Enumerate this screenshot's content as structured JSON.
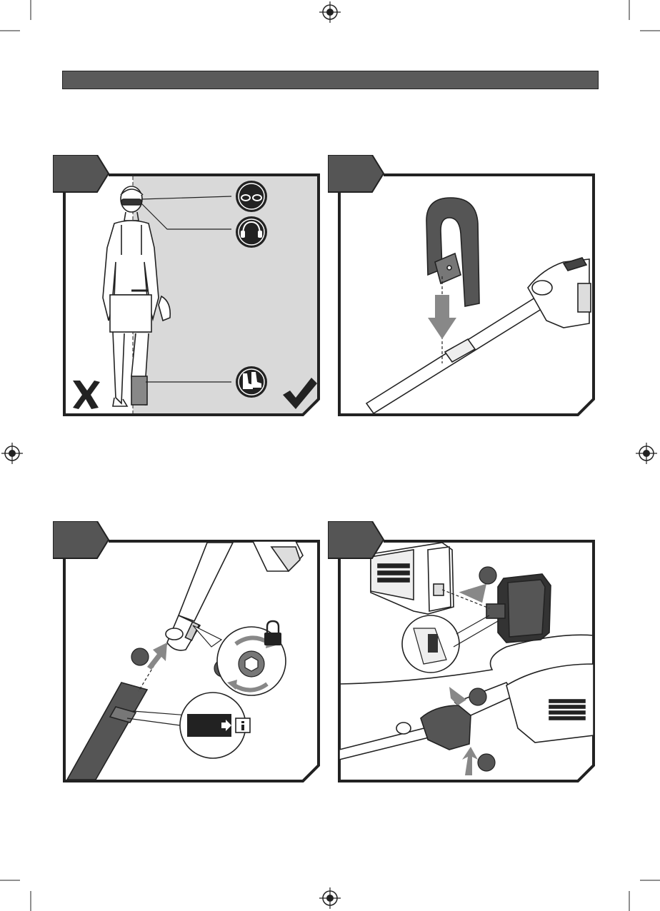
{
  "page": {
    "header_bar_color": "#5a5a5a",
    "ink_color": "#222222",
    "panel_shade": "#d9d9d9"
  },
  "steps": [
    {
      "number": "",
      "name": "safety-gear"
    },
    {
      "number": "",
      "name": "attach-handle"
    },
    {
      "number": "",
      "name": "connect-shaft"
    },
    {
      "number": "",
      "name": "insert-battery"
    }
  ],
  "icons": {
    "safety": [
      "goggles-icon",
      "ear-protection-icon",
      "boots-icon"
    ],
    "marks": [
      "cross-icon",
      "check-icon"
    ],
    "lock": "lock-icon",
    "info": "info-icon",
    "registration": "registration-mark-icon"
  },
  "callouts": {
    "step3": [
      "",
      ""
    ],
    "step4": [
      "",
      "",
      ""
    ]
  },
  "inset_text": ""
}
